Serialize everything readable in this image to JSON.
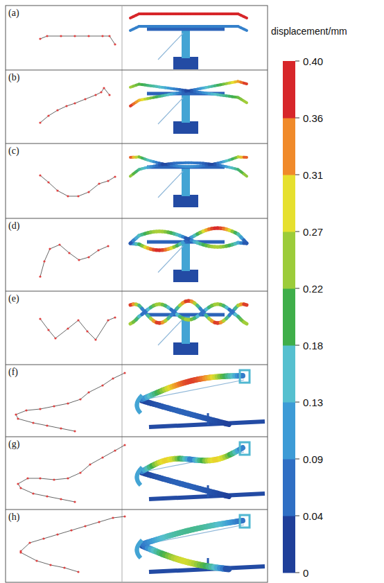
{
  "diagram": {
    "labels": [
      "(a)",
      "(b)",
      "(c)",
      "(d)",
      "(e)",
      "(f)",
      "(g)",
      "(h)",
      "displacement/mm",
      "0.40",
      "0.36",
      "0.31",
      "0.27",
      "0.22",
      "0.18",
      "0.13",
      "0.09",
      "0.04",
      "0"
    ]
  }
}
